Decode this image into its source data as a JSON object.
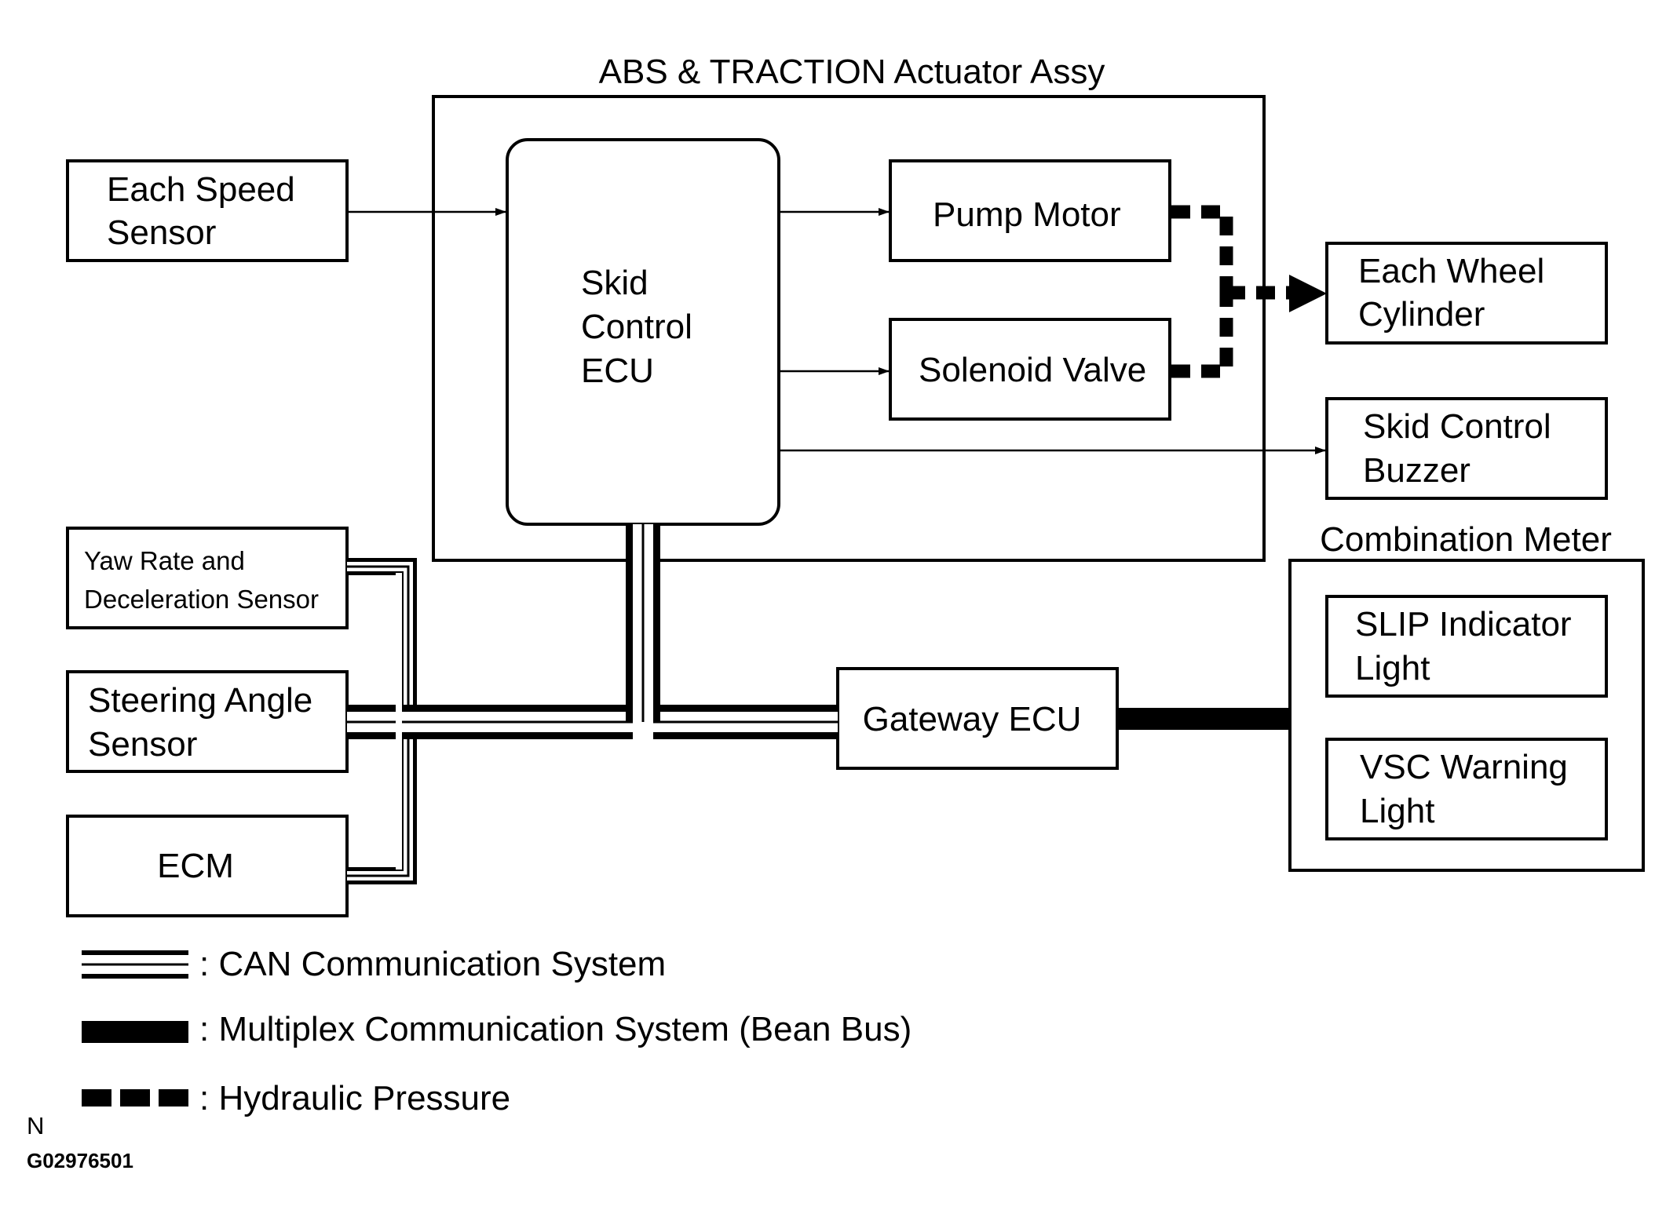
{
  "colors": {
    "stroke": "#000000",
    "background": "#ffffff"
  },
  "assembly": {
    "title": "ABS & TRACTION Actuator Assy"
  },
  "skid_ecu": {
    "line1": "Skid",
    "line2": "Control",
    "line3": "ECU"
  },
  "speed_sensor": {
    "line1": "Each Speed",
    "line2": "Sensor"
  },
  "pump_motor": {
    "label": "Pump Motor"
  },
  "solenoid_valve": {
    "label": "Solenoid Valve"
  },
  "wheel_cylinder": {
    "line1": "Each Wheel",
    "line2": "Cylinder"
  },
  "buzzer": {
    "line1": "Skid Control",
    "line2": "Buzzer"
  },
  "combination_meter": {
    "title": "Combination Meter"
  },
  "slip_light": {
    "line1": "SLIP Indicator",
    "line2": "Light"
  },
  "vsc_light": {
    "line1": "VSC Warning",
    "line2": "Light"
  },
  "yaw_sensor": {
    "line1": "Yaw Rate and",
    "line2": "Deceleration Sensor"
  },
  "steering_sensor": {
    "line1": "Steering Angle",
    "line2": "Sensor"
  },
  "ecm": {
    "label": "ECM"
  },
  "gateway": {
    "label": "Gateway ECU"
  },
  "legend": {
    "can": ": CAN Communication System",
    "multiplex": ": Multiplex Communication System (Bean Bus)",
    "hydraulic": ": Hydraulic Pressure"
  },
  "footer": {
    "mark": "N",
    "code": "G02976501"
  }
}
